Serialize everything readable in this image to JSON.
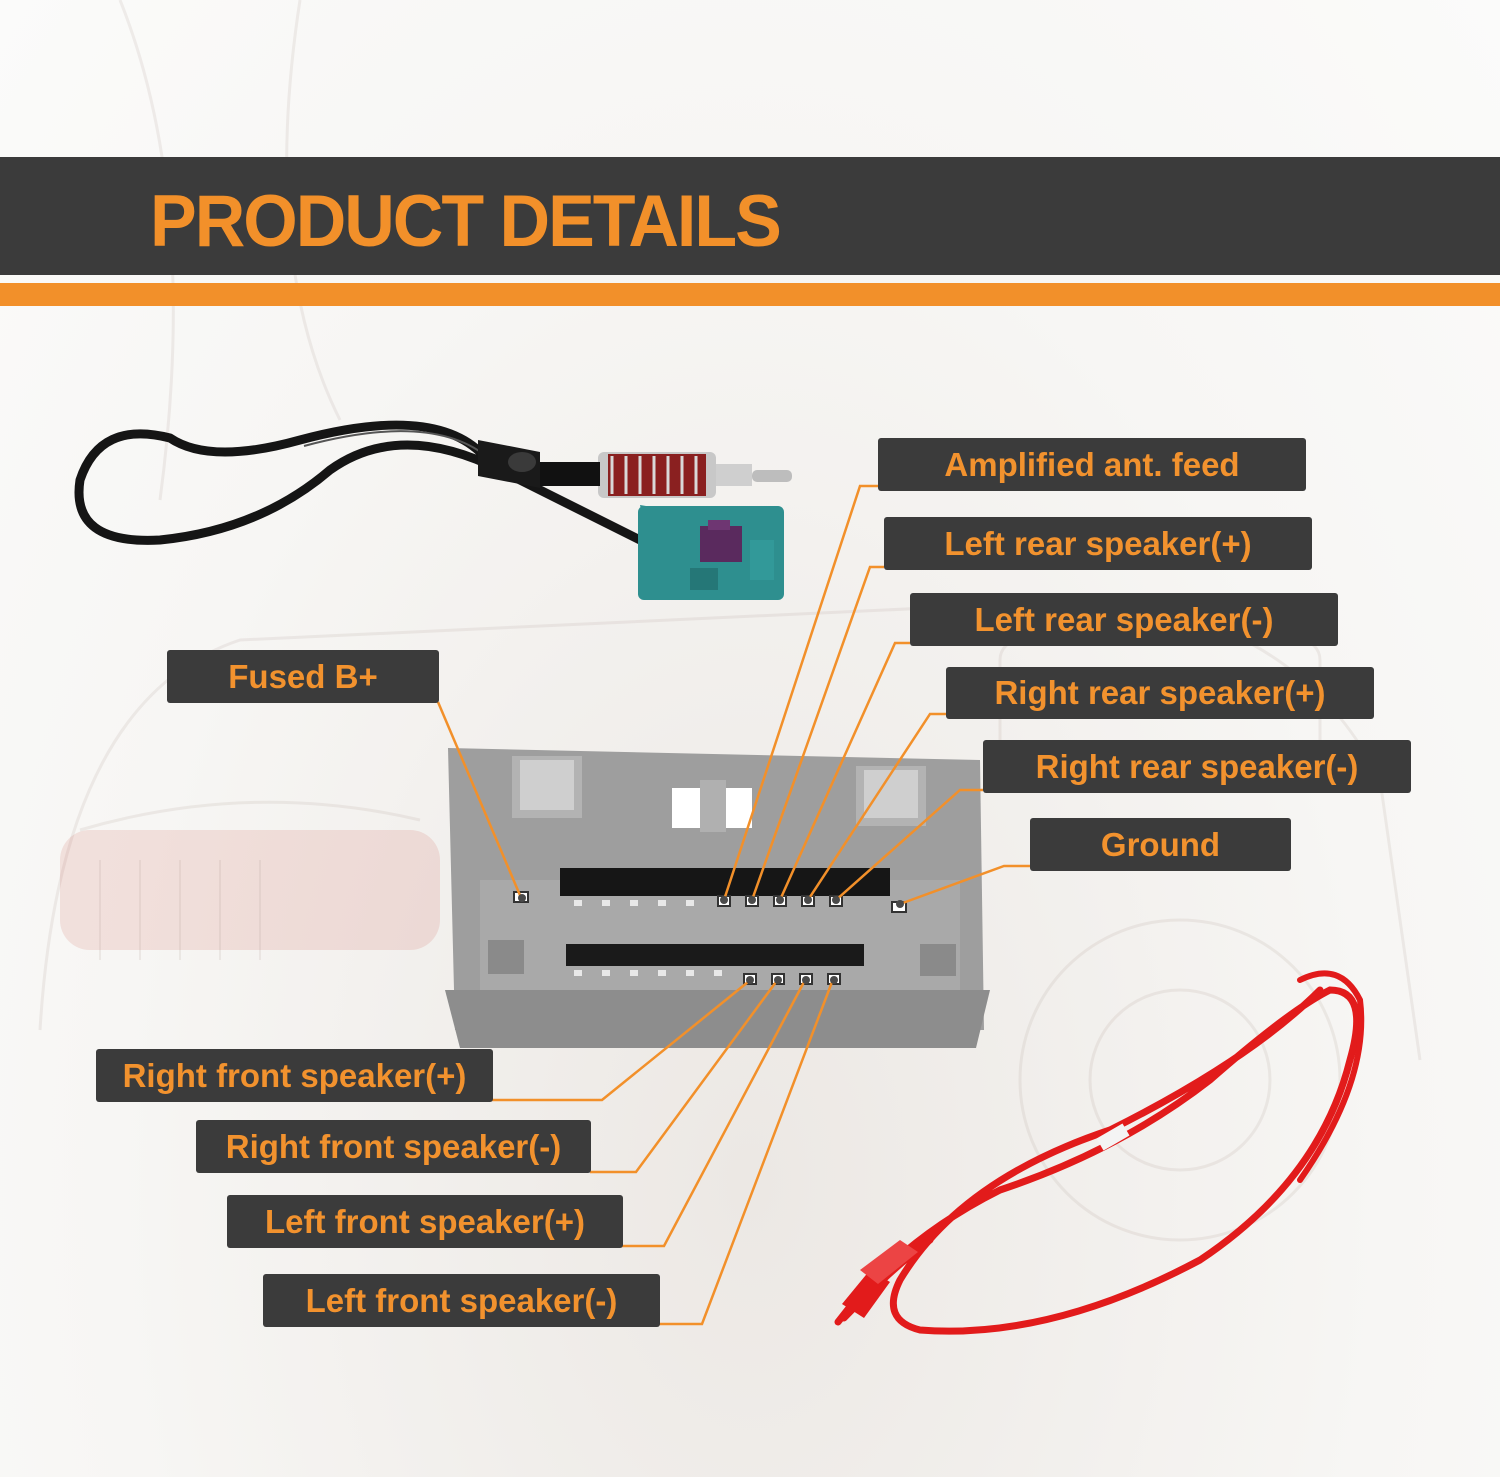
{
  "header": {
    "title": "PRODUCT DETAILS"
  },
  "colors": {
    "banner_background": "#3b3b3b",
    "accent_orange": "#f2902a",
    "connector_gray": "#9c9c9c",
    "antenna_teal": "#2f8e8e",
    "power_wire_red": "#e21b1b"
  },
  "labels": {
    "amplified_ant_feed": "Amplified ant. feed",
    "left_rear_speaker_pos": "Left rear speaker(+)",
    "left_rear_speaker_neg": "Left rear speaker(-)",
    "right_rear_speaker_pos": "Right rear speaker(+)",
    "right_rear_speaker_neg": "Right rear speaker(-)",
    "ground": "Ground",
    "fused_b_plus": "Fused B+",
    "right_front_speaker_pos": "Right front speaker(+)",
    "right_front_speaker_neg": "Right front speaker(-)",
    "left_front_speaker_pos": "Left front speaker(+)",
    "left_front_speaker_neg": "Left front speaker(-)"
  },
  "components": {
    "antenna_adapter_icon": "antenna-adapter-icon",
    "wiring_connector_icon": "wiring-harness-connector-icon",
    "power_wire_icon": "red-power-wire-icon"
  }
}
